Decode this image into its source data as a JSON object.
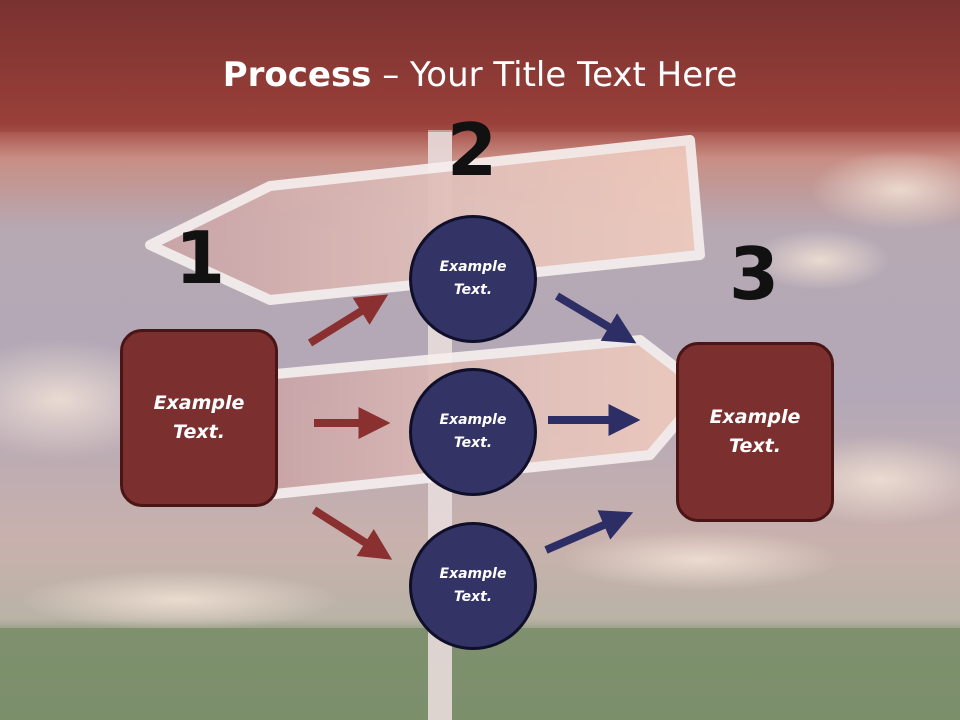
{
  "title": {
    "bold": "Process",
    "rest": " – Your Title Text Here"
  },
  "numbers": [
    "1",
    "2",
    "3"
  ],
  "left_box": {
    "text": "Example\nText."
  },
  "right_box": {
    "text": "Example\nText."
  },
  "circles": [
    {
      "text": "Example\nText."
    },
    {
      "text": "Example\nText."
    },
    {
      "text": "Example\nText."
    }
  ],
  "colors": {
    "box_fill": "#7c2f2f",
    "circle_fill": "#333366",
    "red_arrow": "#8a3030",
    "blue_arrow": "#2e2e66",
    "header_band": "#8e3a36"
  }
}
